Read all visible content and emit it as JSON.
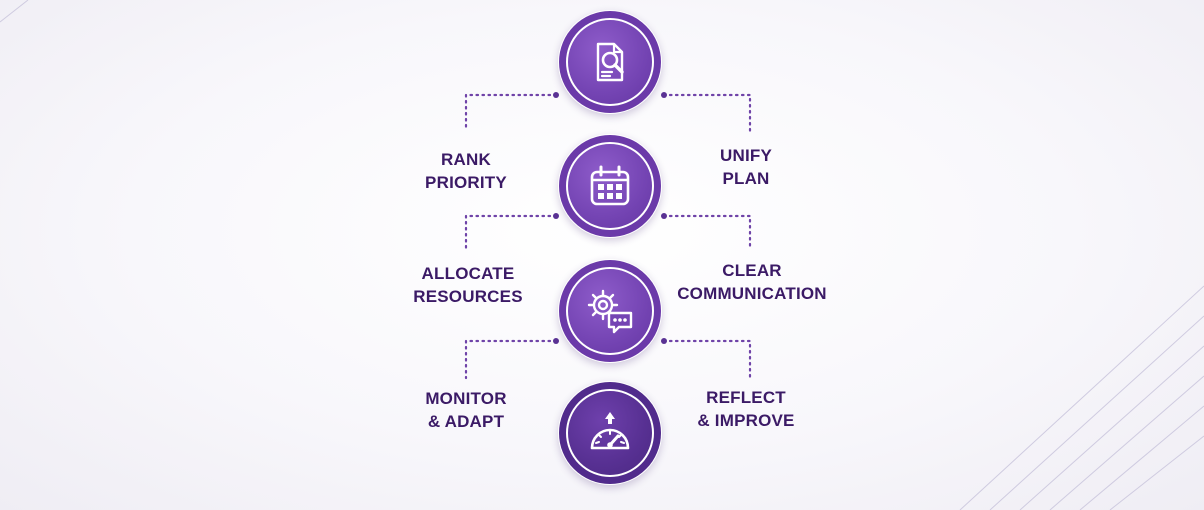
{
  "colors": {
    "accent": "#6b3aa9",
    "accent_dark": "#512b8c",
    "label_text": "#3b1a66",
    "connector": "#6f43a8"
  },
  "steps": [
    {
      "icon": "document-search-icon"
    },
    {
      "icon": "calendar-icon"
    },
    {
      "icon": "gear-chat-icon"
    },
    {
      "icon": "speedometer-icon"
    }
  ],
  "labels": {
    "rank_priority": {
      "line1": "RANK",
      "line2": "PRIORITY"
    },
    "unify_plan": {
      "line1": "UNIFY",
      "line2": "PLAN"
    },
    "allocate_resources": {
      "line1": "ALLOCATE",
      "line2": "RESOURCES"
    },
    "clear_communication": {
      "line1": "CLEAR",
      "line2": "COMMUNICATION"
    },
    "monitor_adapt": {
      "line1": "MONITOR",
      "line2": "& ADAPT"
    },
    "reflect_improve": {
      "line1": "REFLECT",
      "line2": "& IMPROVE"
    }
  }
}
